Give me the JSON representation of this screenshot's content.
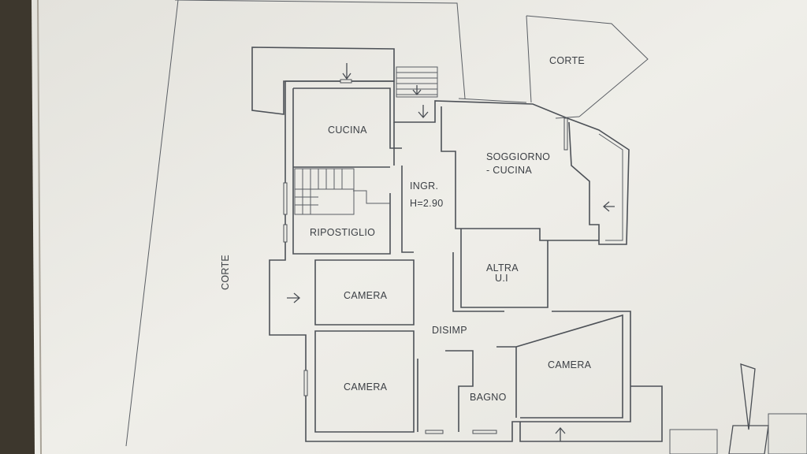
{
  "rooms": {
    "cucina": "CUCINA",
    "soggiorno_line1": "SOGGIORNO",
    "soggiorno_line2": "- CUCINA",
    "ingresso": "INGR.",
    "height": "H=2.90",
    "ripostiglio": "RIPOSTIGLIO",
    "altra_line1": "ALTRA",
    "altra_line2": "U.I",
    "camera_west": "CAMERA",
    "disimpegno": "DISIMP",
    "camera_southwest": "CAMERA",
    "bagno": "BAGNO",
    "camera_east": "CAMERA"
  },
  "outdoor": {
    "corte_west": "CORTE",
    "corte_north": "CORTE"
  },
  "icons": {
    "entry_arrow": "arrow-icon",
    "north_arrow": "compass-north-icon",
    "stairs": "stairs-icon"
  },
  "colors": {
    "paper": "#ecebe6",
    "line": "#4d5157",
    "background": "#3a342b"
  }
}
